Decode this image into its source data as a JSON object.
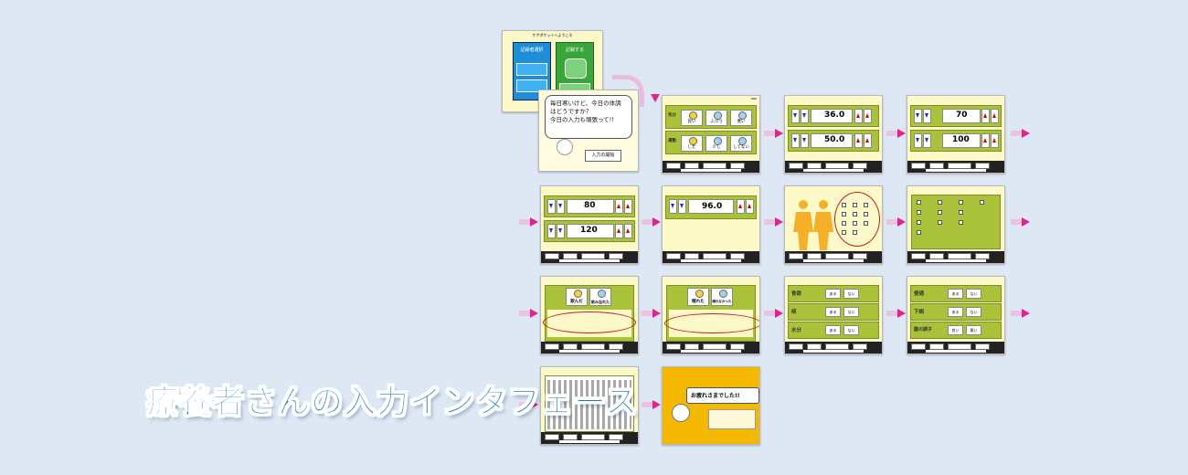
{
  "title": "療養者さんの入力インタフェース",
  "intro": {
    "header": "ケアポケットへようこそ",
    "card_left_label": "記録者選択",
    "card_right_label": "記録する",
    "bubble": [
      "毎日寒いけど、今日の体調",
      "はどうですか？",
      "今日の入力も頑張って!!"
    ],
    "start_button": "入力の開始"
  },
  "mood": {
    "rows": [
      {
        "label": "気分",
        "choices": [
          "良い",
          "ふつう",
          "悪い"
        ]
      },
      {
        "label": "運動",
        "choices": [
          "した",
          "少し",
          "してない"
        ]
      }
    ]
  },
  "weight": {
    "values": [
      "36.0",
      "50.0"
    ]
  },
  "pressure": {
    "values": [
      "70",
      "100"
    ]
  },
  "pressure2": {
    "values": [
      "80",
      "120"
    ]
  },
  "temp": {
    "value": "96.0"
  },
  "question_a": {
    "choices": [
      "飲んだ",
      "飲み忘れた"
    ]
  },
  "question_b": {
    "choices": [
      "眠れた",
      "眠れなかった"
    ]
  },
  "symptom1": {
    "rows": [
      {
        "label": "食欲",
        "choices": [
          "ある",
          "ない"
        ]
      },
      {
        "label": "咳",
        "choices": [
          "ある",
          "ない"
        ]
      },
      {
        "label": "水分",
        "choices": [
          "ある",
          "ない"
        ]
      }
    ]
  },
  "symptom2": {
    "rows": [
      {
        "label": "便通",
        "choices": [
          "ある",
          "ない"
        ]
      },
      {
        "label": "下痢",
        "choices": [
          "ある",
          "ない"
        ]
      },
      {
        "label": "腹の調子",
        "choices": [
          "良い",
          "悪い"
        ]
      }
    ]
  },
  "done": {
    "message": "お疲れさまでした!!"
  },
  "colors": {
    "accent": "#e2238d",
    "panel": "#a9c23a",
    "screen_bg": "#fdf9c8",
    "title": "#1e78c8",
    "done_bg": "#f5b800"
  }
}
